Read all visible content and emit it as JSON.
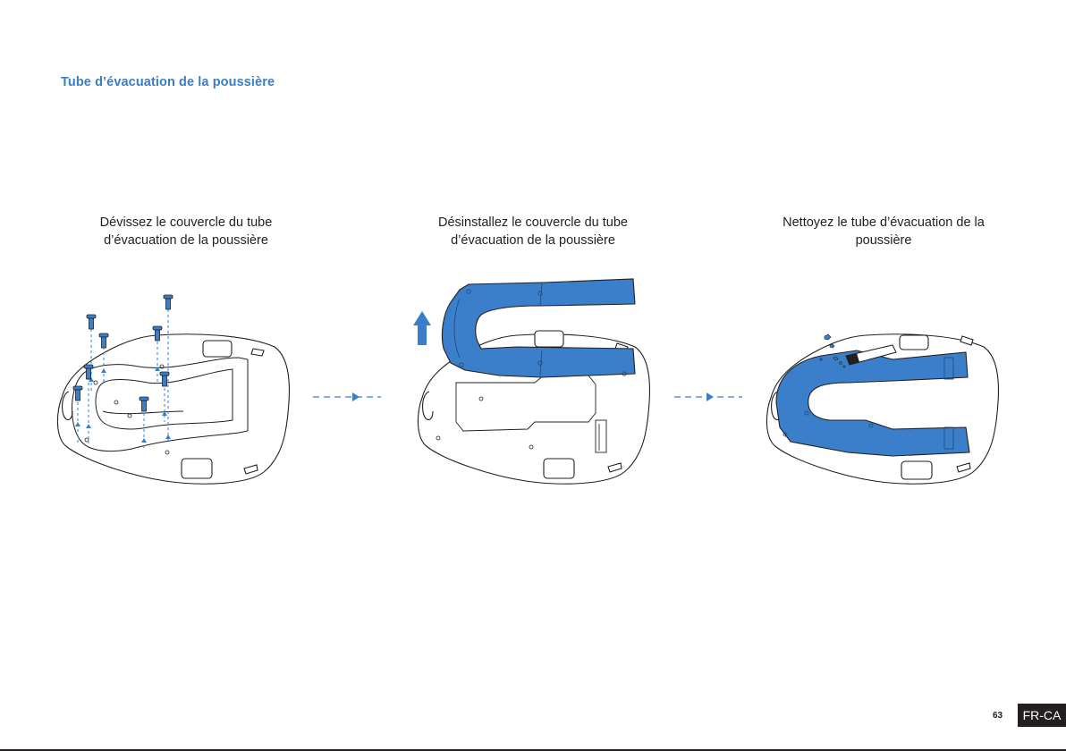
{
  "page": {
    "section_title": "Tube d’évacuation de la poussière",
    "page_number": "63",
    "locale": "FR-CA"
  },
  "steps": [
    {
      "line1": "Dévissez le couvercle du tube",
      "line2": "d’évacuation de la poussière",
      "icon": "unscrew-cover-illustration"
    },
    {
      "line1": "Désinstallez le couvercle du tube",
      "line2": "d’évacuation de la poussière",
      "icon": "remove-cover-illustration"
    },
    {
      "line1": "Nettoyez le tube d’évacuation de la",
      "line2": "poussière",
      "icon": "clean-tube-illustration"
    }
  ],
  "colors": {
    "accent": "#3a7ec8",
    "tube_fill": "#3b7fcb",
    "ink": "#231f20"
  }
}
